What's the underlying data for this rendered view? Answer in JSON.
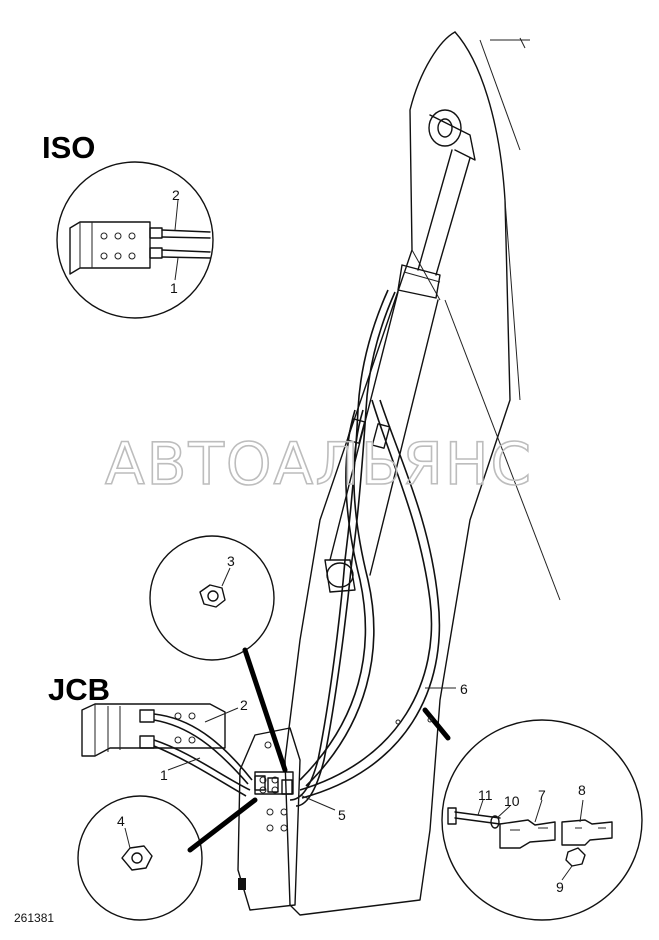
{
  "diagram": {
    "iso_label": "ISO",
    "jcb_label": "JCB",
    "watermark": "АВТОАЛЬЯНС",
    "figure_number": "261381",
    "callouts": {
      "iso_hose_2": "2",
      "iso_hose_1": "1",
      "nut_3": "3",
      "nut_4": "4",
      "jcb_hose_2": "2",
      "jcb_hose_1": "1",
      "part_5": "5",
      "part_6": "6",
      "part_7": "7",
      "part_8": "8",
      "part_9": "9",
      "part_10": "10",
      "part_11": "11"
    }
  }
}
